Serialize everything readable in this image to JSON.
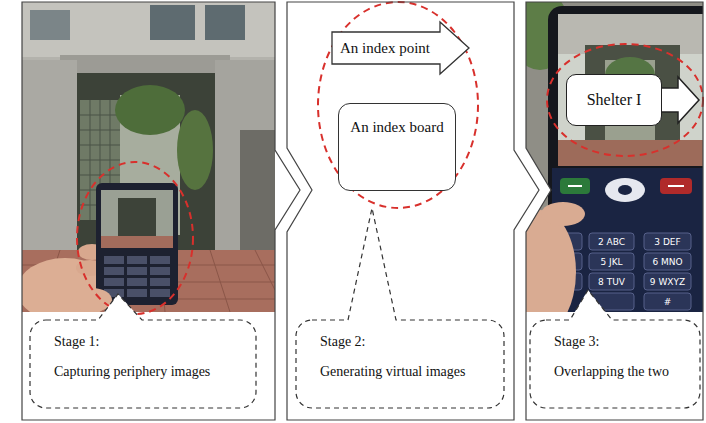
{
  "diagram": {
    "nodes": [
      {
        "text": [
          "Stage 1:",
          "Capturing periphery images"
        ]
      },
      {
        "text": [
          "An index point"
        ]
      },
      {
        "text": [
          "An index board"
        ]
      },
      {
        "text": [
          "Stage 2:",
          "Generating virtual images"
        ]
      },
      {
        "text": [
          "Shelter I"
        ]
      },
      {
        "text": [
          "Stage 3:",
          "Overlapping the two"
        ]
      }
    ],
    "labels": [
      "2 ABC",
      "3 DEF",
      "5 JKL",
      "6 MNO",
      "8 TUV",
      "9 WXYZ",
      "#"
    ]
  }
}
